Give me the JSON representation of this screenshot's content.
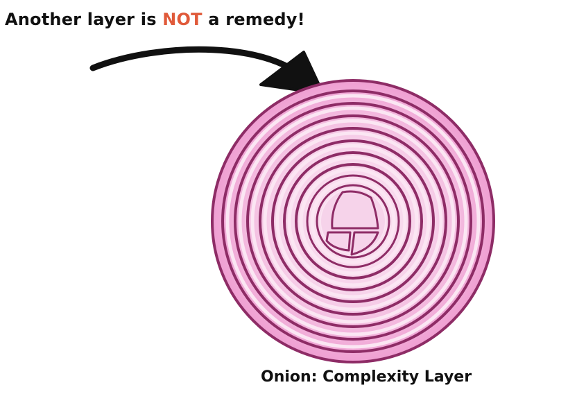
{
  "headline": {
    "prefix": "Another layer is",
    "emphasis": "NOT",
    "suffix": "a remedy!",
    "emphasis_color": "#e05a3a"
  },
  "caption": "Onion: Complexity Layer",
  "onion": {
    "ring_color": "#8e2c66",
    "flesh_light": "#fbe6f3",
    "flesh_dark": "#ef9fd2",
    "core_color": "#f6d3ea"
  }
}
